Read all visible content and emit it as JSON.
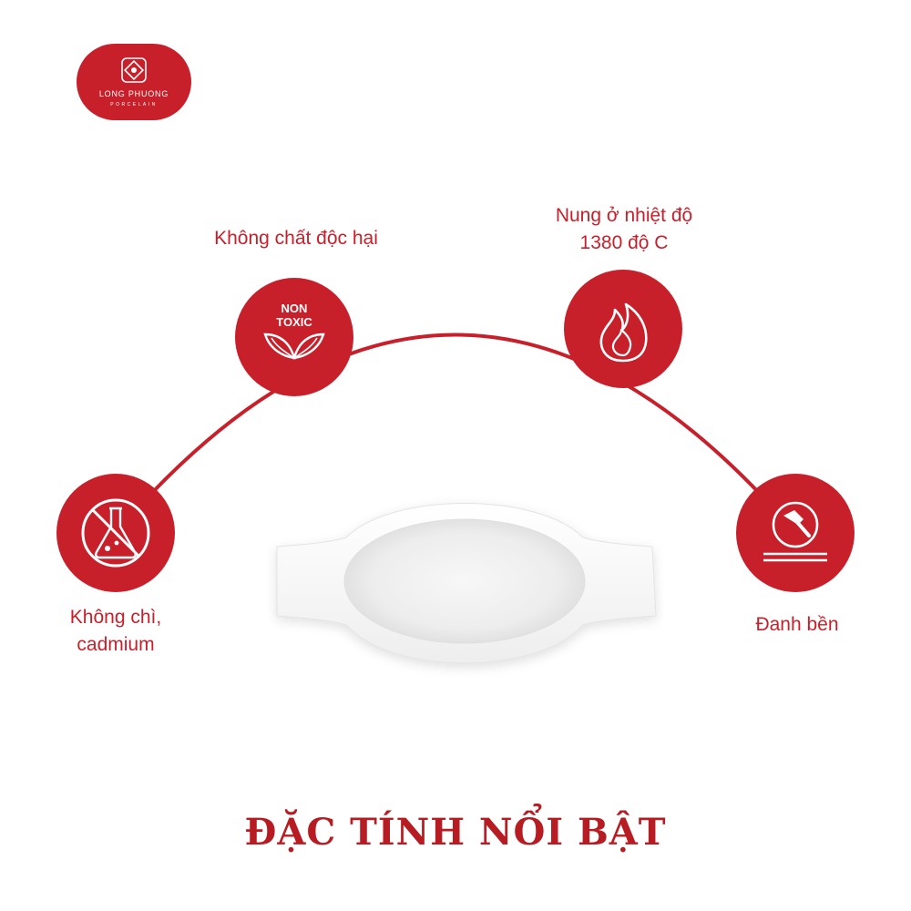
{
  "brand": {
    "name": "LONG PHUONG",
    "sub": "PORCELAIN",
    "color": "#c8202a"
  },
  "features": {
    "non_toxic": {
      "label": "Không chất độc hại",
      "icon": "non-toxic-leaf-icon",
      "icon_text_line1": "NON",
      "icon_text_line2": "TOXIC"
    },
    "fired": {
      "label_line1": "Nung ở nhiệt độ",
      "label_line2": "1380 độ C",
      "icon": "flame-icon"
    },
    "lead_free": {
      "label_line1": "Không chì,",
      "label_line2": "cadmium",
      "icon": "no-chemical-flask-icon"
    },
    "durable": {
      "label": "Đanh bền",
      "icon": "hammer-icon"
    }
  },
  "title": "ĐẶC TÍNH NỔI BẬT",
  "title_color": "#b71c22"
}
